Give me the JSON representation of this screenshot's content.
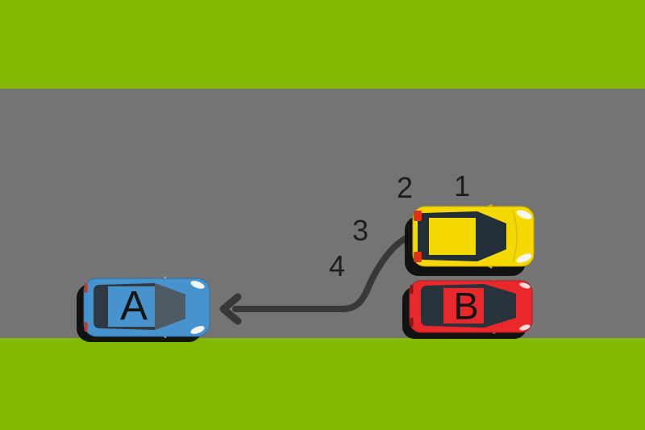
{
  "scene": {
    "colors": {
      "grass": "#85B800",
      "road": "#747474",
      "arrow": "#383838",
      "car_a_blue": "#4793CE",
      "car_b_red": "#E8282B",
      "maneuver_car_yellow": "#F5D800",
      "label_text": "#141414"
    },
    "car_labels": {
      "a": "A",
      "b": "B"
    },
    "steps": [
      "1",
      "2",
      "3",
      "4"
    ]
  }
}
